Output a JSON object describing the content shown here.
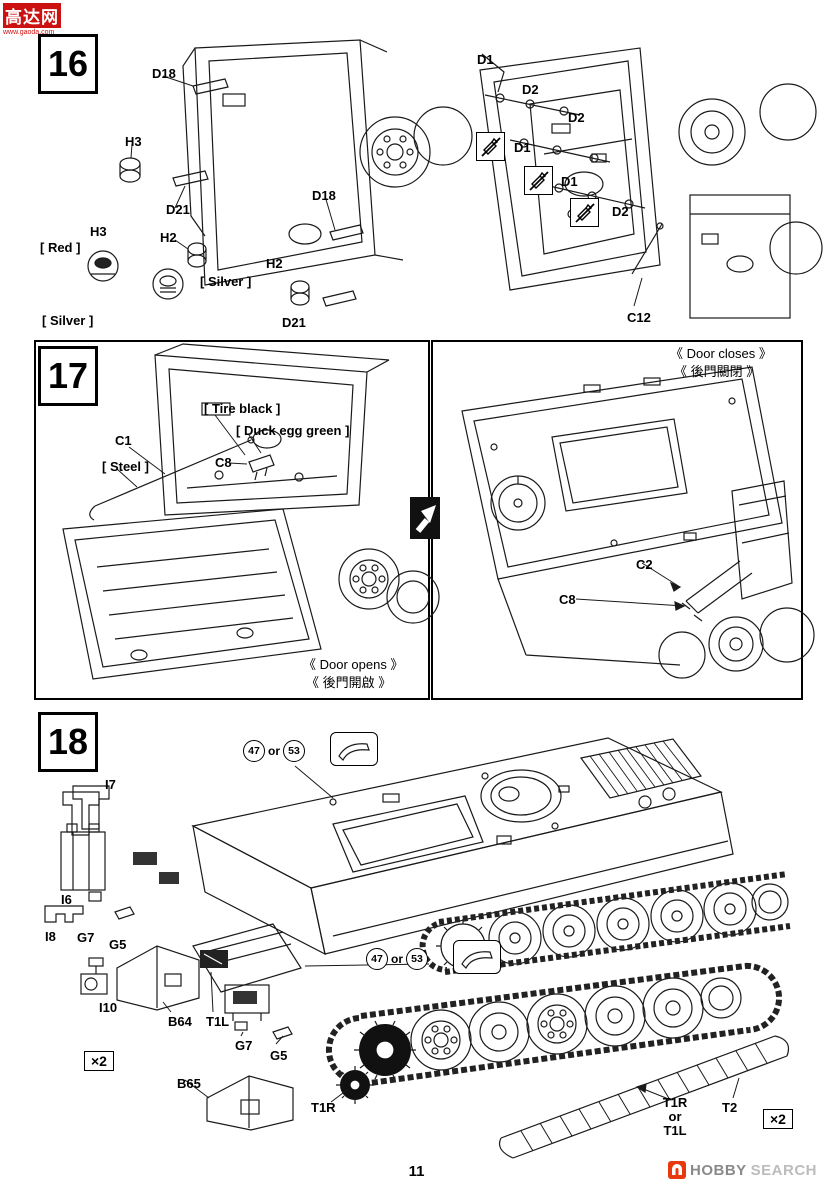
{
  "colors": {
    "watermark_red": "#cc1111",
    "brand_red": "#e8380d",
    "brand_gray_dark": "#8a8a8a",
    "brand_gray_light": "#bcbcbc",
    "line_ink": "#1a1a1a"
  },
  "watermark": {
    "title": "高达网",
    "url": "www.gaoda.com"
  },
  "s16": {
    "number": "16",
    "labels": {
      "d18_a": "D18",
      "h3_a": "H3",
      "d21_a": "D21",
      "h2_a": "H2",
      "red": "[ Red ]",
      "h3_b": "H3",
      "silver_a": "[ Silver ]",
      "h2_b": "H2",
      "silver_b": "[ Silver ]",
      "d21_b": "D21",
      "d18_b": "D18",
      "d1_a": "D1",
      "d2_a": "D2",
      "d2_b": "D2",
      "d1_b": "D1",
      "d1_c": "D1",
      "d2_c": "D2",
      "c12": "C12"
    }
  },
  "s17": {
    "number": "17",
    "labels": {
      "tire_black": "[ Tire black ]",
      "duck_egg": "[ Duck egg green ]",
      "c1": "C1",
      "c8_a": "C8",
      "steel": "[ Steel ]",
      "c2": "C2",
      "c8_b": "C8"
    },
    "notes": {
      "door_opens_en": "《 Door opens 》",
      "door_opens_zh": "《 後門開啟 》",
      "door_closes_en": "《 Door closes 》",
      "door_closes_zh": "《 後門關閉 》"
    }
  },
  "s18": {
    "number": "18",
    "labels": {
      "i7": "I7",
      "i6": "I6",
      "i8": "I8",
      "g7_a": "G7",
      "g5_a": "G5",
      "i10": "I10",
      "b64": "B64",
      "t1l": "T1L",
      "g7_b": "G7",
      "g5_b": "G5",
      "b65": "B65",
      "t1r": "T1R",
      "t2": "T2"
    },
    "select": {
      "n1": "47",
      "joiner": "or",
      "n2": "53"
    },
    "qty": "×2",
    "track_alt": {
      "line1": "T1R",
      "line2": "or",
      "line3": "T1L"
    }
  },
  "footer": {
    "page": "11",
    "brand_bold": "HOBBY",
    "brand_light": "SEARCH"
  }
}
